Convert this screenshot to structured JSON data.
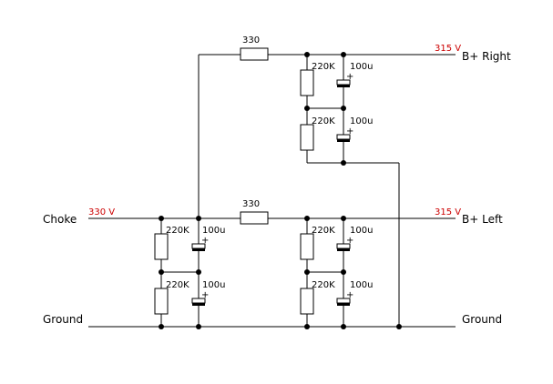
{
  "colors": {
    "wire": "#000000",
    "voltage": "#cc0000",
    "background": "#ffffff"
  },
  "nodes": {
    "choke": "Choke",
    "ground_left": "Ground",
    "ground_right": "Ground",
    "b_plus_right": "B+ Right",
    "b_plus_left": "B+ Left"
  },
  "voltages": {
    "input": "330 V",
    "right_out": "315 V",
    "left_out": "315 V"
  },
  "components": {
    "series_resistor_top": "330",
    "series_resistor_mid": "330",
    "resistor_value": "220K",
    "capacitor_value": "100u",
    "polarity": "+"
  }
}
